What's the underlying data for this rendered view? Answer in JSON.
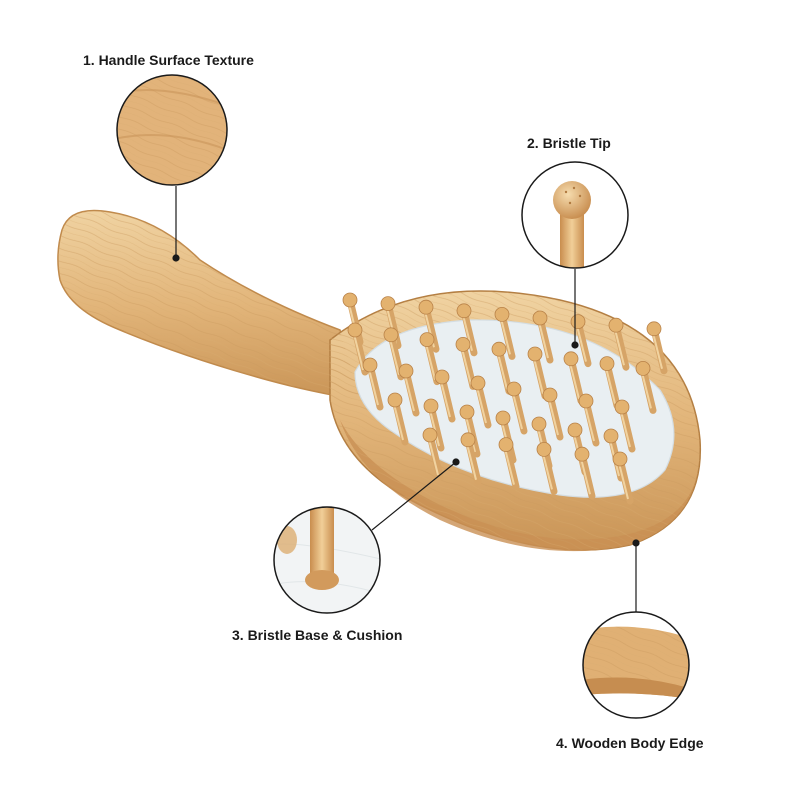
{
  "callouts": [
    {
      "label": "1. Handle Surface Texture"
    },
    {
      "label": "2. Bristle Tip"
    },
    {
      "label": "3. Bristle Base & Cushion"
    },
    {
      "label": "4. Wooden Body Edge"
    }
  ],
  "colors": {
    "wood_light": "#e8c48e",
    "wood_mid": "#d9a86a",
    "wood_dark": "#b9844a",
    "cushion": "#e9eff2",
    "line": "#1a1a1a"
  }
}
